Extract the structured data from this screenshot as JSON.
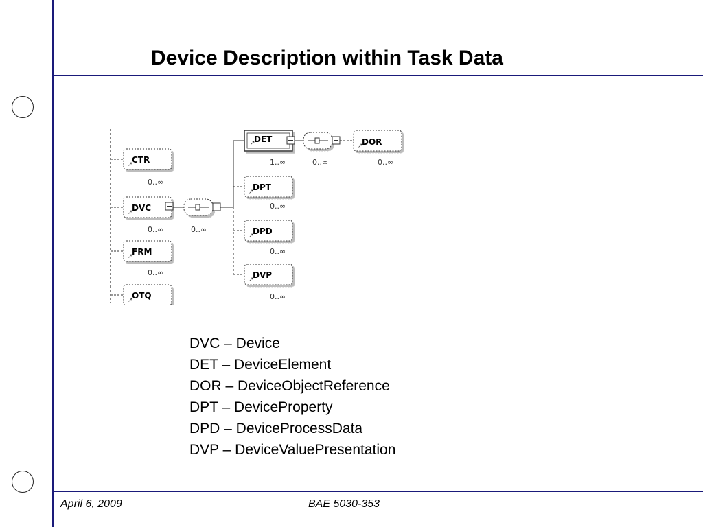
{
  "slide": {
    "title": "Device Description within Task Data",
    "footer_date": "April 6, 2009",
    "footer_course": "BAE 5030-353"
  },
  "diagram": {
    "left_elements": [
      {
        "name": "CTR",
        "cardinality": "0..∞"
      },
      {
        "name": "DVC",
        "cardinality": "0..∞"
      },
      {
        "name": "FRM",
        "cardinality": "0..∞"
      },
      {
        "name": "OTQ",
        "cardinality": ""
      }
    ],
    "dvc_sequence_cardinality": "0..∞",
    "children": [
      {
        "name": "DET",
        "cardinality": "1..∞"
      },
      {
        "name": "DPT",
        "cardinality": "0..∞"
      },
      {
        "name": "DPD",
        "cardinality": "0..∞"
      },
      {
        "name": "DVP",
        "cardinality": "0..∞"
      }
    ],
    "det_sequence_cardinality": "0..∞",
    "det_child": {
      "name": "DOR",
      "cardinality": "0..∞"
    }
  },
  "legend": [
    "DVC – Device",
    "DET – DeviceElement",
    "DOR – DeviceObjectReference",
    "DPT – DeviceProperty",
    "DPD – DeviceProcessData",
    "DVP – DeviceValuePresentation"
  ]
}
